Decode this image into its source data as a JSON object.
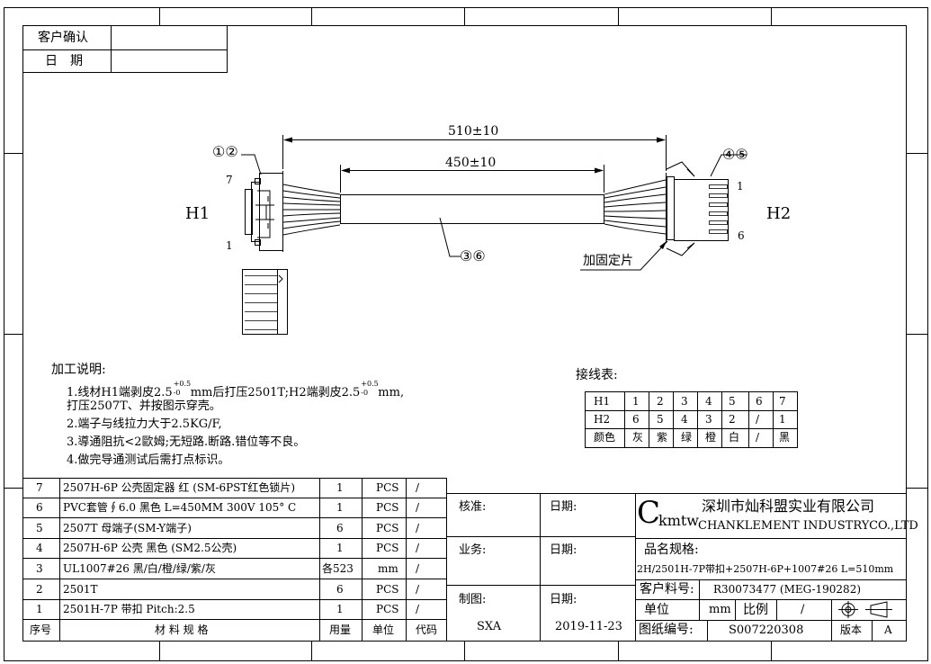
{
  "customer_box": {
    "confirm_label": "客户确认",
    "date_label": "日　期"
  },
  "drawing": {
    "h1_label": "H1",
    "h2_label": "H2",
    "h1_pin_top": "7",
    "h1_pin_bottom": "1",
    "h2_pin_top": "1",
    "h2_pin_bottom": "6",
    "callout_12": "①②",
    "callout_45": "④⑤",
    "callout_36": "③⑥",
    "dim_overall": "510±10",
    "dim_sleeve": "450±10",
    "fixing_piece_label": "加固定片"
  },
  "notes": {
    "heading": "加工说明:",
    "lines": [
      "1.线材H1端剥皮2.5",
      "mm后打压2501T;H2端剥皮2.5",
      "mm,",
      "打压2507T、并按图示穿壳。",
      "2.端子与线拉力大于2.5KG/F,",
      "3.導通阻抗<2歐姆;无短路.断路.错位等不良。",
      "4.做完导通测试后需打点标识。"
    ],
    "tol_upper": "+0.5",
    "tol_lower": "-0"
  },
  "wiring": {
    "heading": "接线表:",
    "rows": [
      {
        "label": "H1",
        "cells": [
          "1",
          "2",
          "3",
          "4",
          "5",
          "6",
          "7"
        ]
      },
      {
        "label": "H2",
        "cells": [
          "6",
          "5",
          "4",
          "3",
          "2",
          "/",
          "1"
        ]
      },
      {
        "label": "颜色",
        "cells": [
          "灰",
          "紫",
          "绿",
          "橙",
          "白",
          "/",
          "黑"
        ]
      }
    ]
  },
  "bom": {
    "rows": [
      {
        "no": "7",
        "spec": "2507H-6P 公壳固定器 红 (SM-6PST红色锁片)",
        "qty": "1",
        "unit": "PCS",
        "code": "/"
      },
      {
        "no": "6",
        "spec": "PVC套管∮6.0 黑色 L=450MM 300V 105° C",
        "qty": "1",
        "unit": "PCS",
        "code": "/"
      },
      {
        "no": "5",
        "spec": "2507T 母端子(SM-Y端子)",
        "qty": "6",
        "unit": "PCS",
        "code": "/"
      },
      {
        "no": "4",
        "spec": "2507H-6P 公壳 黑色 (SM2.5公壳)",
        "qty": "1",
        "unit": "PCS",
        "code": "/"
      },
      {
        "no": "3",
        "spec": "UL1007#26 黑/白/橙/绿/紫/灰",
        "qty": "各523",
        "unit": "mm",
        "code": "/"
      },
      {
        "no": "2",
        "spec": "2501T",
        "qty": "6",
        "unit": "PCS",
        "code": "/"
      },
      {
        "no": "1",
        "spec": "2501H-7P 带扣 Pitch:2.5",
        "qty": "1",
        "unit": "PCS",
        "code": "/"
      }
    ],
    "header": {
      "no": "序号",
      "spec": "材 料 规 格",
      "qty": "用量",
      "unit": "单位",
      "code": "代码"
    }
  },
  "approval": {
    "review_label": "核准:",
    "sales_label": "业务:",
    "drawn_label": "制图:",
    "date_label": "日期:",
    "drawn_by": "SXA",
    "drawn_date": "2019-11-23"
  },
  "title_block": {
    "logo_c": "C",
    "logo_text": "kmtw",
    "company_cn": "深圳市灿科盟实业有限公司",
    "company_en": "CHANKLEMENT INDUSTRYCO.,LTD",
    "product_label": "品名规格:",
    "product_spec": "2H/2501H-7P带扣+2507H-6P+1007#26 L=510mm",
    "part_no_label": "客户料号:",
    "part_no": "R30073477 (MEG-190282)",
    "unit_label": "单位",
    "unit_value": "mm",
    "scale_label": "比例",
    "scale_value": "/",
    "drawing_no_label": "图纸编号:",
    "drawing_no": "S007220308",
    "version_label": "版本",
    "version_value": "A"
  }
}
